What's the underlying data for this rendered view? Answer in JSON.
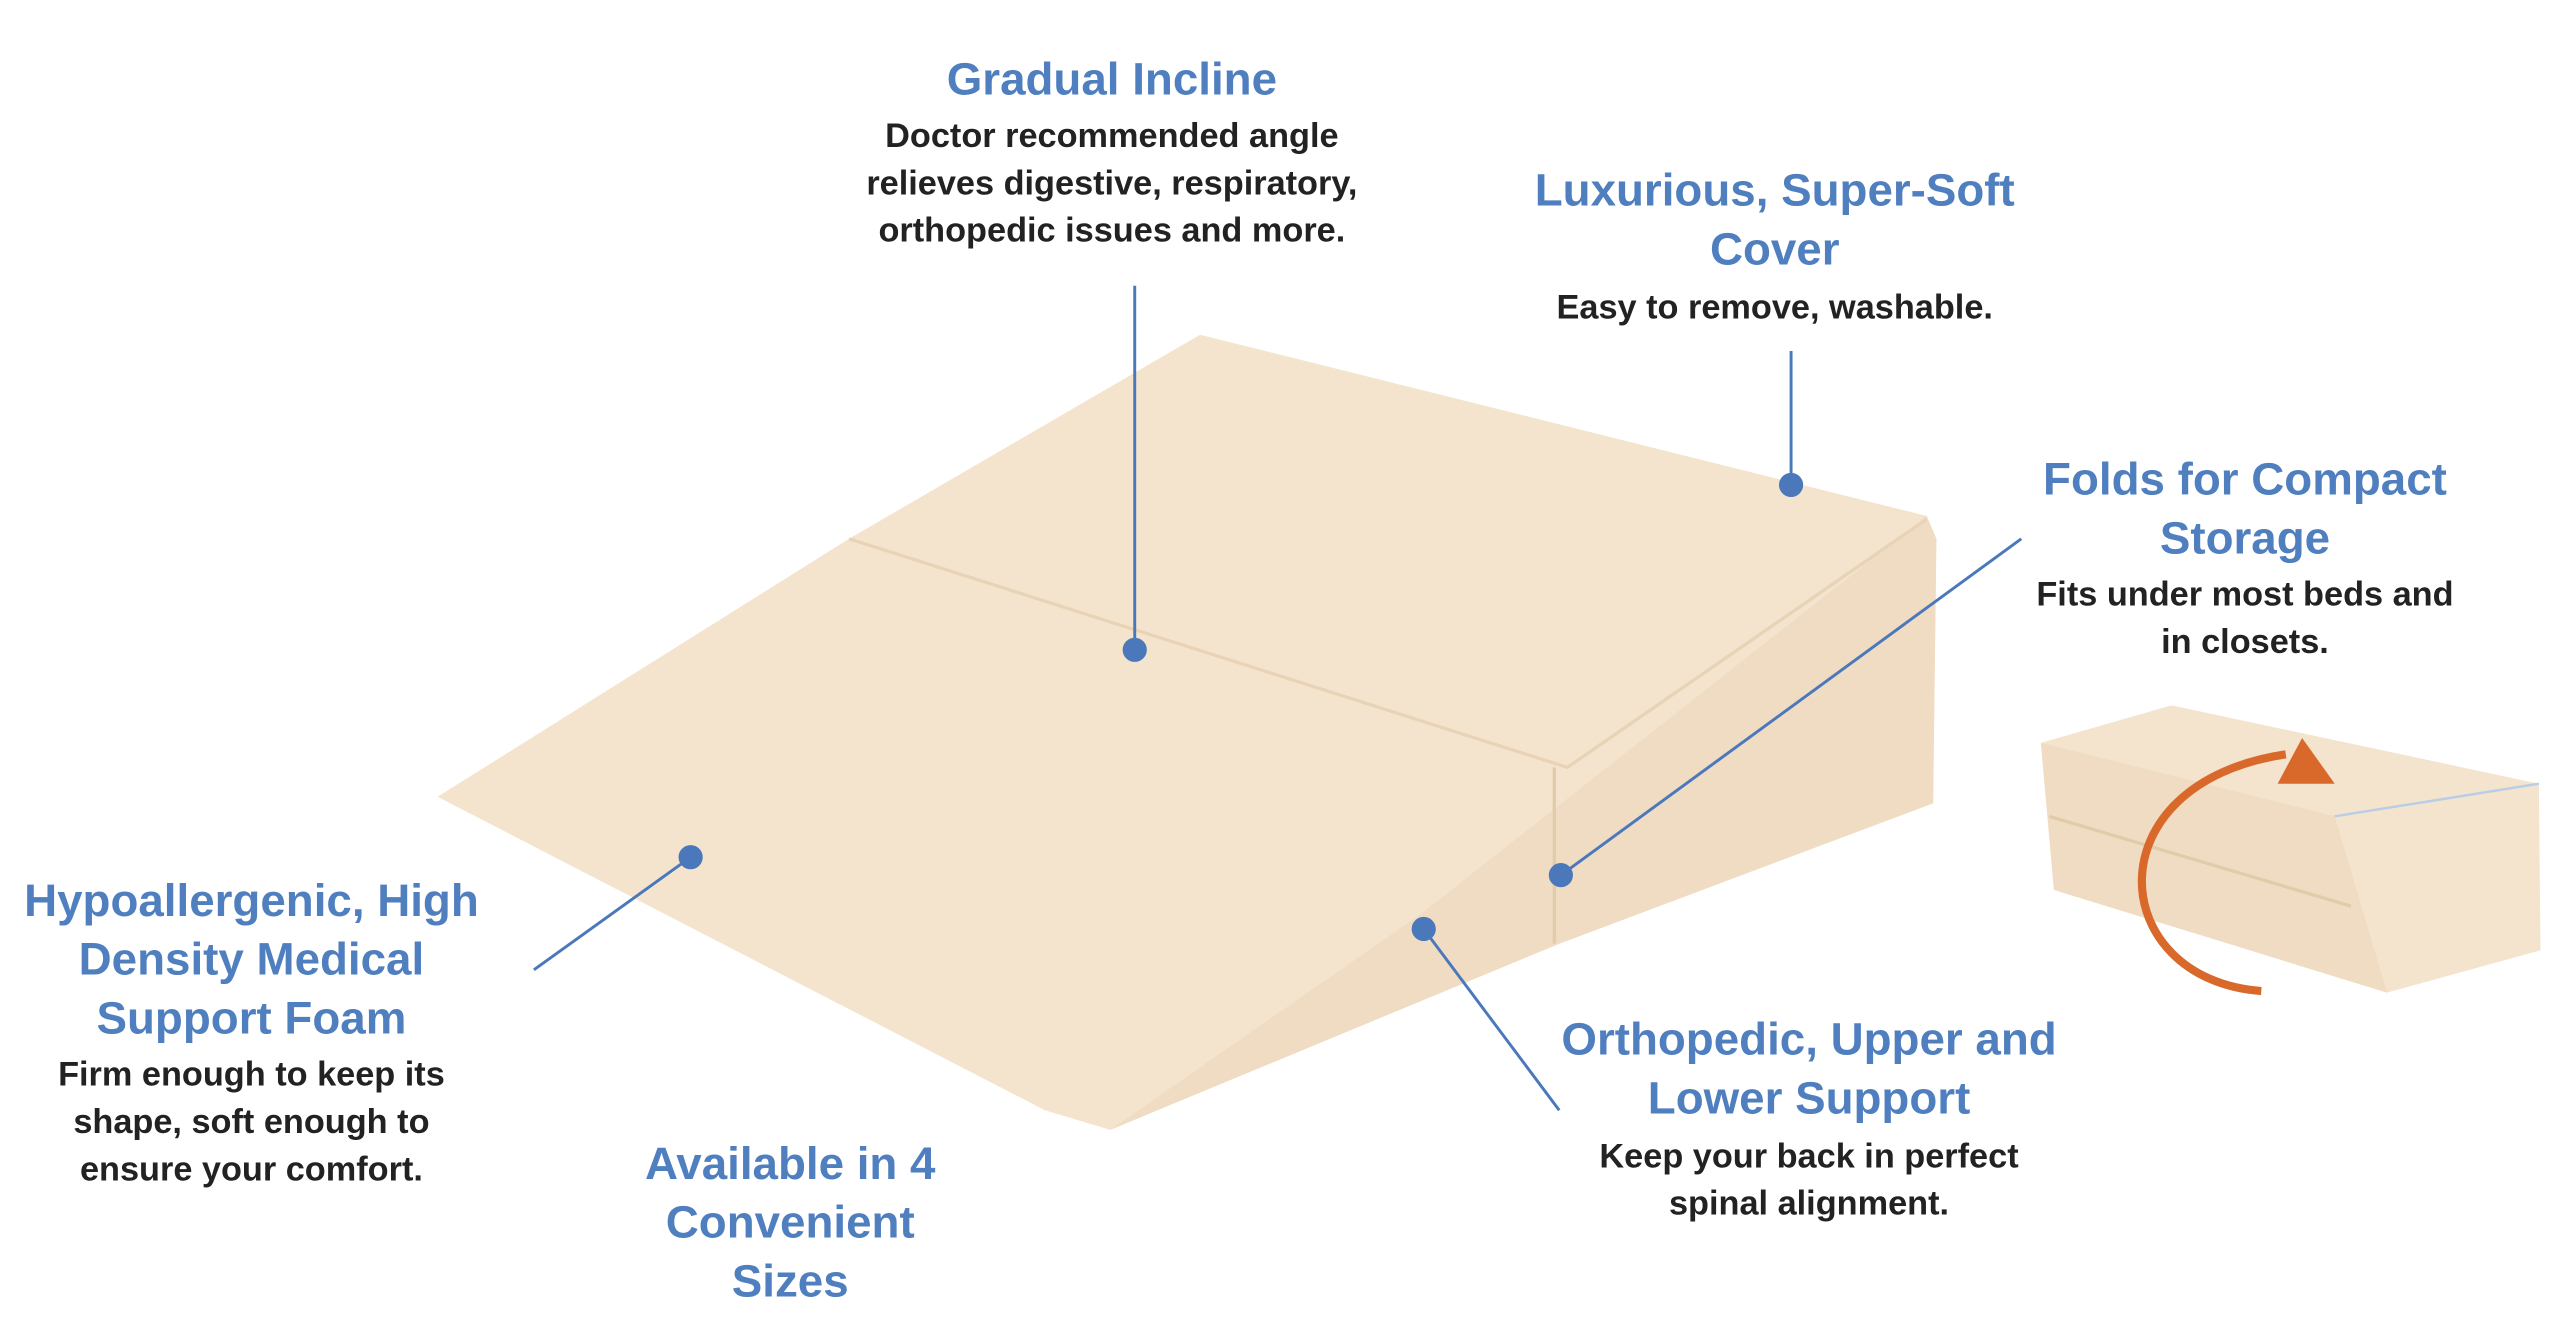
{
  "colors": {
    "title": "#4f7fbf",
    "body": "#222222",
    "foam": "#f4e4cd",
    "accent_arrow": "#d9692a",
    "leader": "#4a78bb"
  },
  "callouts": {
    "incline": {
      "title": [
        "Gradual Incline"
      ],
      "body": [
        "Doctor recommended angle",
        "relieves digestive, respiratory,",
        "orthopedic issues and more."
      ]
    },
    "cover": {
      "title": [
        "Luxurious, Super-Soft",
        "Cover"
      ],
      "body": [
        "Easy to remove, washable."
      ]
    },
    "folds": {
      "title": [
        "Folds for Compact",
        "Storage"
      ],
      "body": [
        "Fits under most beds and",
        "in closets."
      ]
    },
    "foam": {
      "title": [
        "Hypoallergenic, High",
        "Density Medical",
        "Support Foam"
      ],
      "body": [
        "Firm enough to keep its",
        "shape, soft enough to",
        "ensure your comfort."
      ]
    },
    "sizes": {
      "title": [
        "Available in 4",
        "Convenient",
        "Sizes"
      ]
    },
    "support": {
      "title": [
        "Orthopedic, Upper and",
        "Lower Support"
      ],
      "body": [
        "Keep your back in perfect",
        "spinal alignment."
      ]
    }
  }
}
